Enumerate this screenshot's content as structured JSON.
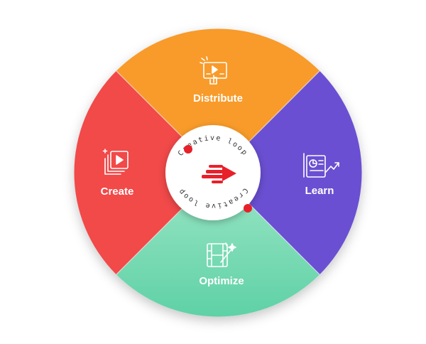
{
  "diagram": {
    "center_text_top": "Creative loop",
    "center_text_bottom": "Creative loop",
    "segments": [
      {
        "id": "distribute",
        "label": "Distribute",
        "icon": "monitor-click-icon",
        "color": "#F89B2A"
      },
      {
        "id": "learn",
        "label": "Learn",
        "icon": "report-growth-icon",
        "color": "#6A4FD2"
      },
      {
        "id": "optimize",
        "label": "Optimize",
        "icon": "film-magic-icon",
        "color": "#72D8AF"
      },
      {
        "id": "create",
        "label": "Create",
        "icon": "video-stack-icon",
        "color": "#F24848"
      }
    ],
    "center_icon": "arrow-right-icon",
    "accent": "#E8202A"
  }
}
